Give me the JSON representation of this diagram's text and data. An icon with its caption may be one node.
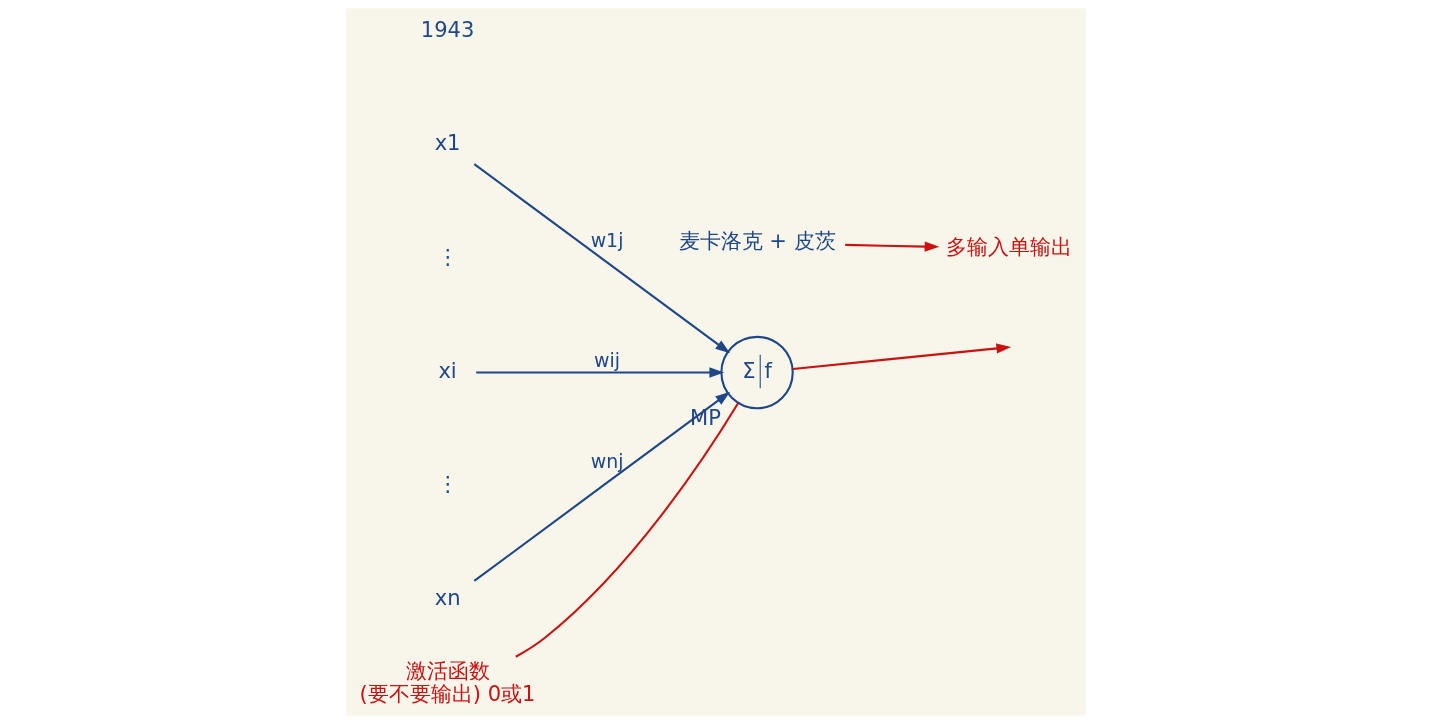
{
  "diagram": {
    "nodes": [
      {
        "text": [
          "麦卡洛克 + 皮茨"
        ]
      },
      {
        "text": [
          "多输入单输出"
        ]
      },
      {
        "text": [
          "x1"
        ]
      },
      {
        "text": [
          "xi"
        ]
      },
      {
        "text": [
          "xn"
        ]
      },
      {
        "text": [
          "Σ",
          "f"
        ],
        "beside": [
          "MP"
        ]
      },
      {
        "text": [
          "激活函数",
          "(要不要输出) 0或1"
        ]
      }
    ],
    "edges": [
      {
        "from": 0,
        "to": 1,
        "arrow": "to",
        "color": "#cc1111"
      },
      {
        "from": 2,
        "to": 5,
        "arrow": "to",
        "label": "w1j",
        "color": "#1f4788"
      },
      {
        "from": 3,
        "to": 5,
        "arrow": "to",
        "label": "wij",
        "color": "#1f4788"
      },
      {
        "from": 4,
        "to": 5,
        "arrow": "to",
        "label": "wnj",
        "color": "#1f4788"
      },
      {
        "from": 5,
        "to": null,
        "arrow": "to",
        "color": "#cc1111"
      },
      {
        "from": 6,
        "to": 5,
        "arrow": "none",
        "color": "#cc1111"
      }
    ],
    "labels": [
      "1943",
      "⋮",
      "⋮"
    ]
  }
}
